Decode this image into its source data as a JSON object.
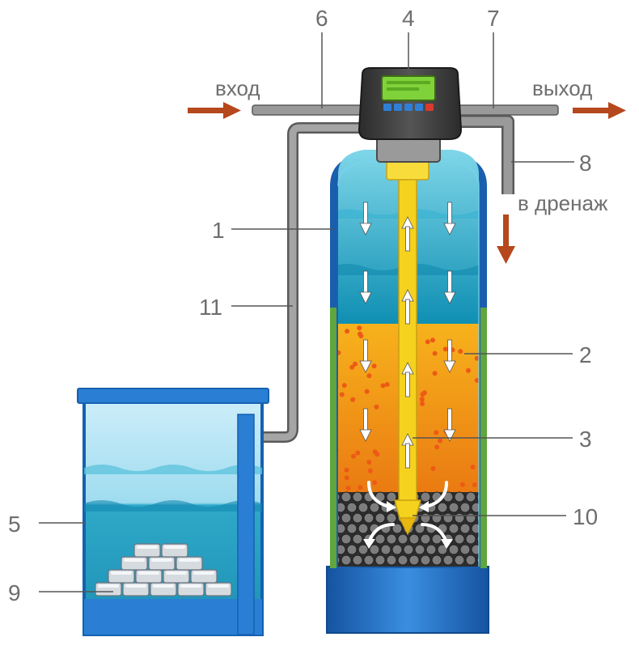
{
  "labels": {
    "vhod": "вход",
    "vyhod": "выход",
    "drenazh": "в дренаж",
    "n1": "1",
    "n2": "2",
    "n3": "3",
    "n4": "4",
    "n5": "5",
    "n6": "6",
    "n7": "7",
    "n8": "8",
    "n9": "9",
    "n10": "10",
    "n11": "11"
  },
  "colors": {
    "label_text": "#6e6e6e",
    "leader_line": "#555555",
    "flow_arrow": "#b5481c",
    "tank_shell": "#1d66b8",
    "water": "#1aa3c4",
    "resin": "#f0a21e",
    "gravel": "#3d3d3d",
    "riser": "#f5d21e",
    "pipe": "#8c8c8c",
    "base": "#2a7fd4",
    "display": "#7fd23a",
    "brine_tank": "#1d7fd0"
  },
  "icons": [
    "flow-arrow-icon",
    "down-arrow-icon",
    "up-arrow-icon",
    "salt-tablet-icon"
  ]
}
